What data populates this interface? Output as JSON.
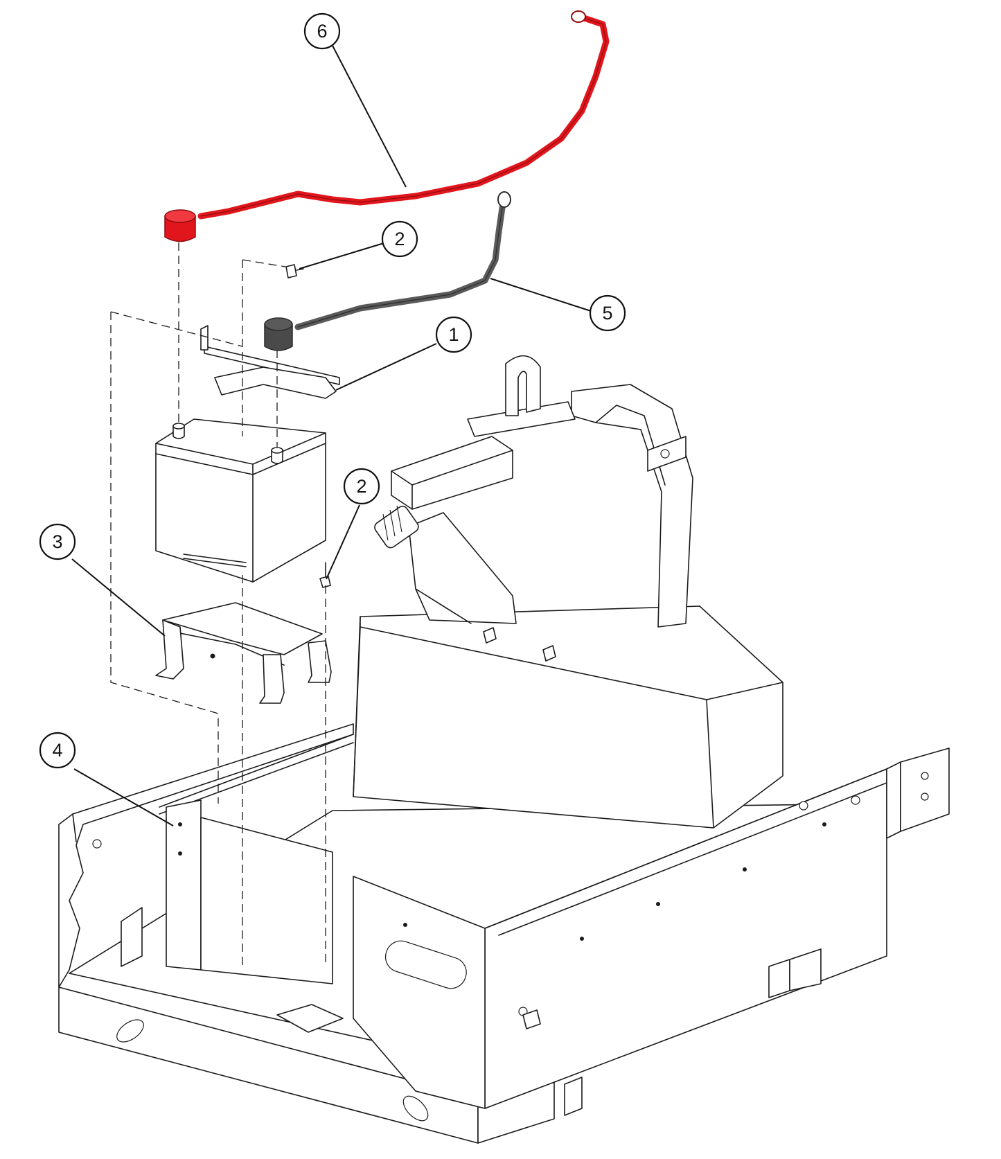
{
  "colors": {
    "positive_cable": "#e0161c",
    "positive_cable_dark": "#8f0c0f",
    "negative_cable": "#5a5a5a",
    "negative_cable_dark": "#2b2b2b",
    "line": "#1a1a1a",
    "background": "#ffffff"
  },
  "callouts": [
    {
      "id": "c6",
      "label": "6"
    },
    {
      "id": "c2a",
      "label": "2"
    },
    {
      "id": "c5",
      "label": "5"
    },
    {
      "id": "c1",
      "label": "1"
    },
    {
      "id": "c2b",
      "label": "2"
    },
    {
      "id": "c3",
      "label": "3"
    },
    {
      "id": "c4",
      "label": "4"
    }
  ]
}
